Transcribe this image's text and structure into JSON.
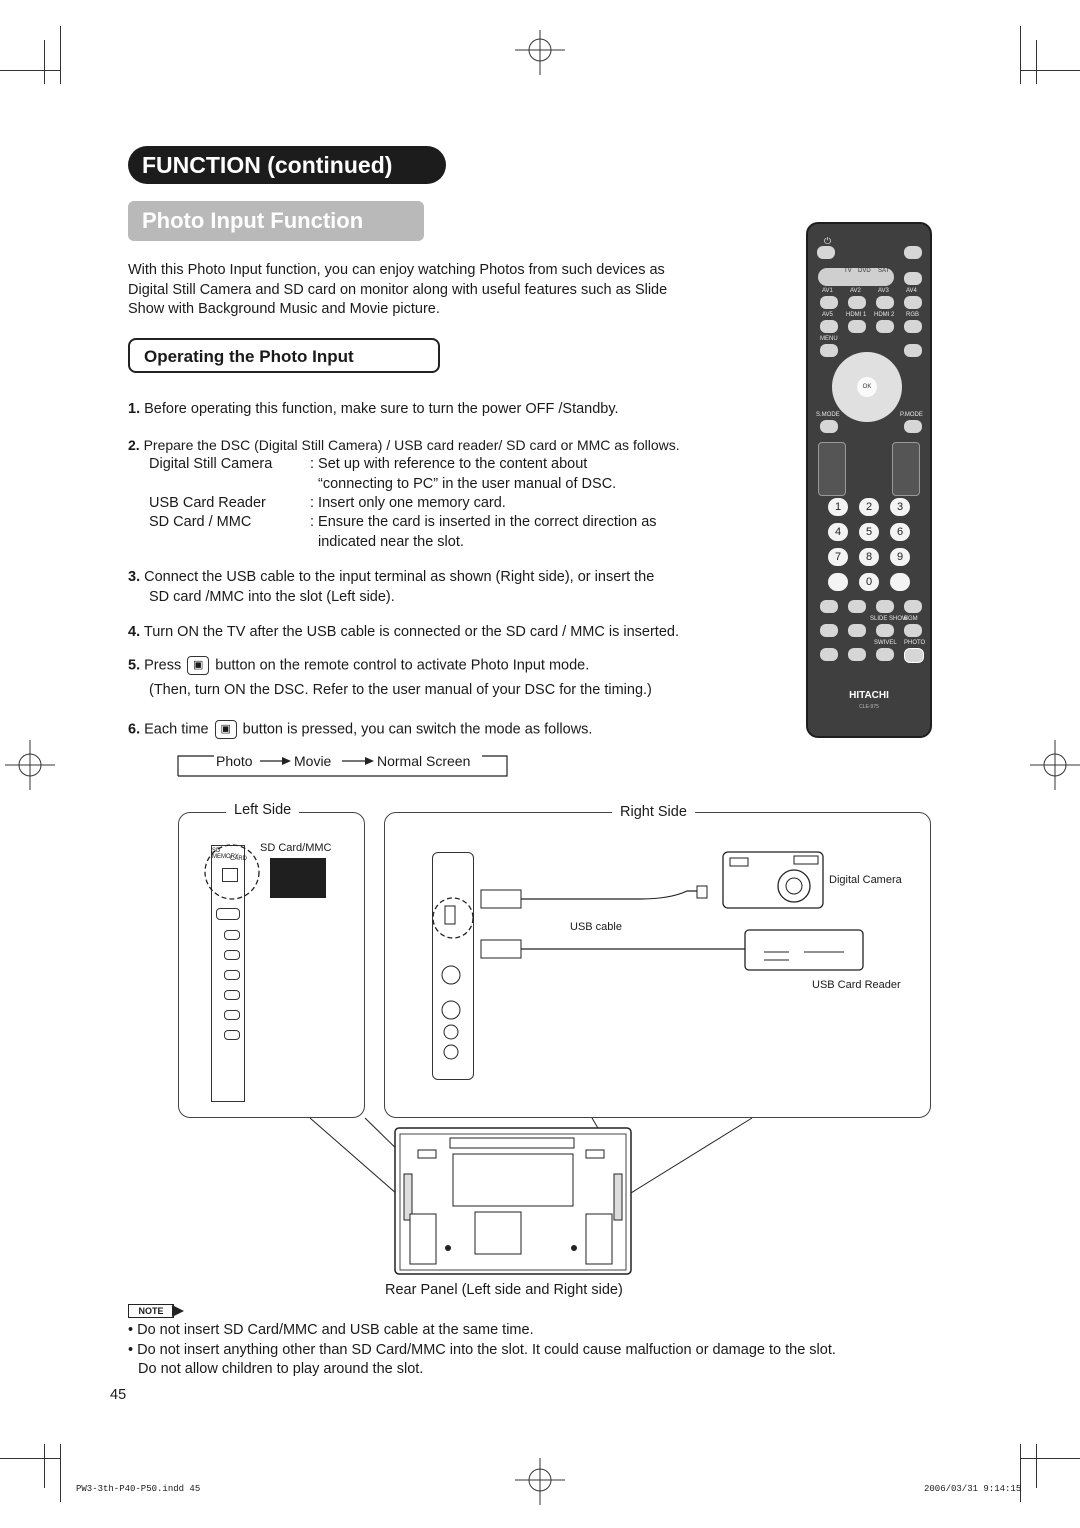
{
  "section_header": "FUNCTION (continued)",
  "page_title": "Photo Input Function",
  "intro": [
    "With this Photo Input function, you can enjoy watching Photos from such devices as",
    "Digital Still Camera and SD card on monitor along with useful features such as Slide",
    "Show with Background Music and Movie picture."
  ],
  "subsection_title": "Operating the Photo Input",
  "steps": {
    "s1_num": "1.",
    "s1": "Before operating this function, make sure to turn the power OFF /Standby.",
    "s2_num": "2.",
    "s2": "Prepare the DSC (Digital Still Camera) / USB card reader/ SD card or MMC as follows.",
    "dev1_name": "Digital Still Camera",
    "dev1_desc1": ": Set up with reference to the content about",
    "dev1_desc2": "“connecting to PC” in the user manual of DSC.",
    "dev2_name": "USB Card Reader",
    "dev2_desc": ": Insert only one memory card.",
    "dev3_name": "SD Card / MMC",
    "dev3_desc1": ": Ensure the card is inserted in the correct direction as",
    "dev3_desc2": "indicated near the slot.",
    "s3_num": "3.",
    "s3a": "Connect the USB cable to the input terminal as shown (Right side), or insert the",
    "s3b": "SD card /MMC into the slot (Left side).",
    "s4_num": "4.",
    "s4": "Turn ON the TV after the USB cable is connected or the SD card / MMC is inserted.",
    "s5_num": "5.",
    "s5_pre": "Press",
    "s5_post": "button on the remote control to activate Photo Input mode.",
    "s5b": "(Then, turn ON the DSC. Refer to the user manual of your DSC for the timing.)",
    "s6_num": "6.",
    "s6_pre": "Each time",
    "s6_post": "button is pressed, you can switch the mode as follows."
  },
  "mode_cycle": [
    "Photo",
    "Movie",
    "Normal Screen"
  ],
  "diagram": {
    "left_side": "Left Side",
    "right_side": "Right Side",
    "sd_card_label": "SD Card/MMC",
    "sd_memory_label": "SD MEMORY",
    "card_label": "CARD",
    "digital_camera": "Digital Camera",
    "usb_cable": "USB cable",
    "usb_card_reader": "USB Card Reader",
    "rear_panel": "Rear Panel (Left side and Right side)"
  },
  "remote": {
    "brand": "HITACHI",
    "model": "CLE-975",
    "labels": [
      "TV",
      "DVD",
      "SAT",
      "AV1",
      "AV2",
      "AV3",
      "AV4",
      "AV5",
      "HDMI 1",
      "HDMI 2",
      "RGB",
      "MENU",
      "S.MODE",
      "P.MODE",
      "OK",
      "SLIDE SHOW",
      "BGM",
      "SWIVEL",
      "PHOTO"
    ],
    "keys": [
      "1",
      "2",
      "3",
      "4",
      "5",
      "6",
      "7",
      "8",
      "9",
      "0"
    ]
  },
  "note_tag": "NOTE",
  "notes": [
    "Do not insert SD Card/MMC and USB cable at the same time.",
    "Do not insert anything other than SD Card/MMC into the slot. It could cause malfuction or damage to the slot.",
    "Do not allow children to play around the slot."
  ],
  "page_number": "45",
  "footer_file": "PW3-3th-P40-P50.indd   45",
  "footer_date": "2006/03/31   9:14:15"
}
